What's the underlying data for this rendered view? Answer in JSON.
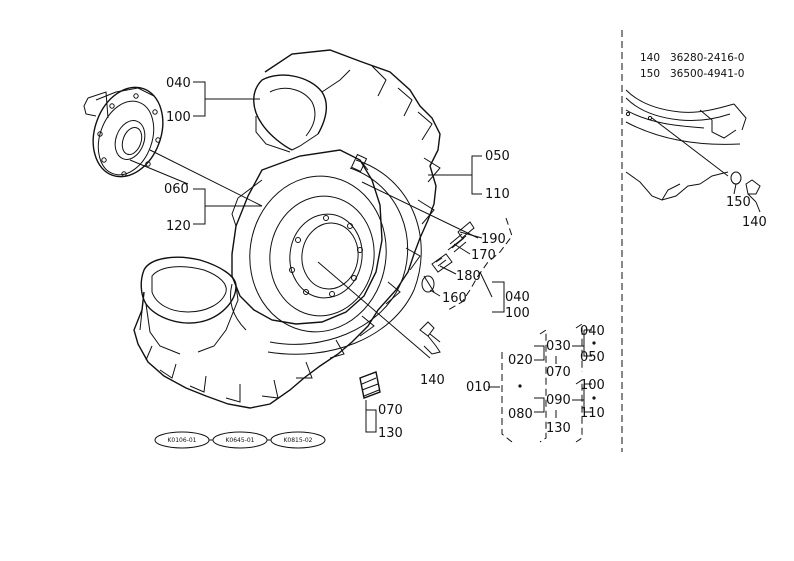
{
  "callouts": {
    "c040_top": "040",
    "c100_top": "100",
    "c060": "060",
    "c120": "120",
    "c050": "050",
    "c110": "110",
    "c190": "190",
    "c170": "170",
    "c180": "180",
    "c160": "160",
    "c040_right": "040",
    "c100_right": "100",
    "c140": "140",
    "c070": "070",
    "c130": "130"
  },
  "tree": {
    "n010": "010",
    "n020": "020",
    "n080": "080",
    "n030": "030",
    "n070": "070",
    "n090": "090",
    "n130": "130",
    "n040": "040",
    "n050": "050",
    "n100": "100",
    "n110": "110"
  },
  "model_codes": [
    "K0106-01",
    "K0645-01",
    "K0815-02"
  ],
  "parts_table": [
    {
      "ref": "140",
      "part": "36280-2416-0"
    },
    {
      "ref": "150",
      "part": "36500-4941-0"
    }
  ],
  "detail_callouts": {
    "c150": "150",
    "c140": "140"
  }
}
